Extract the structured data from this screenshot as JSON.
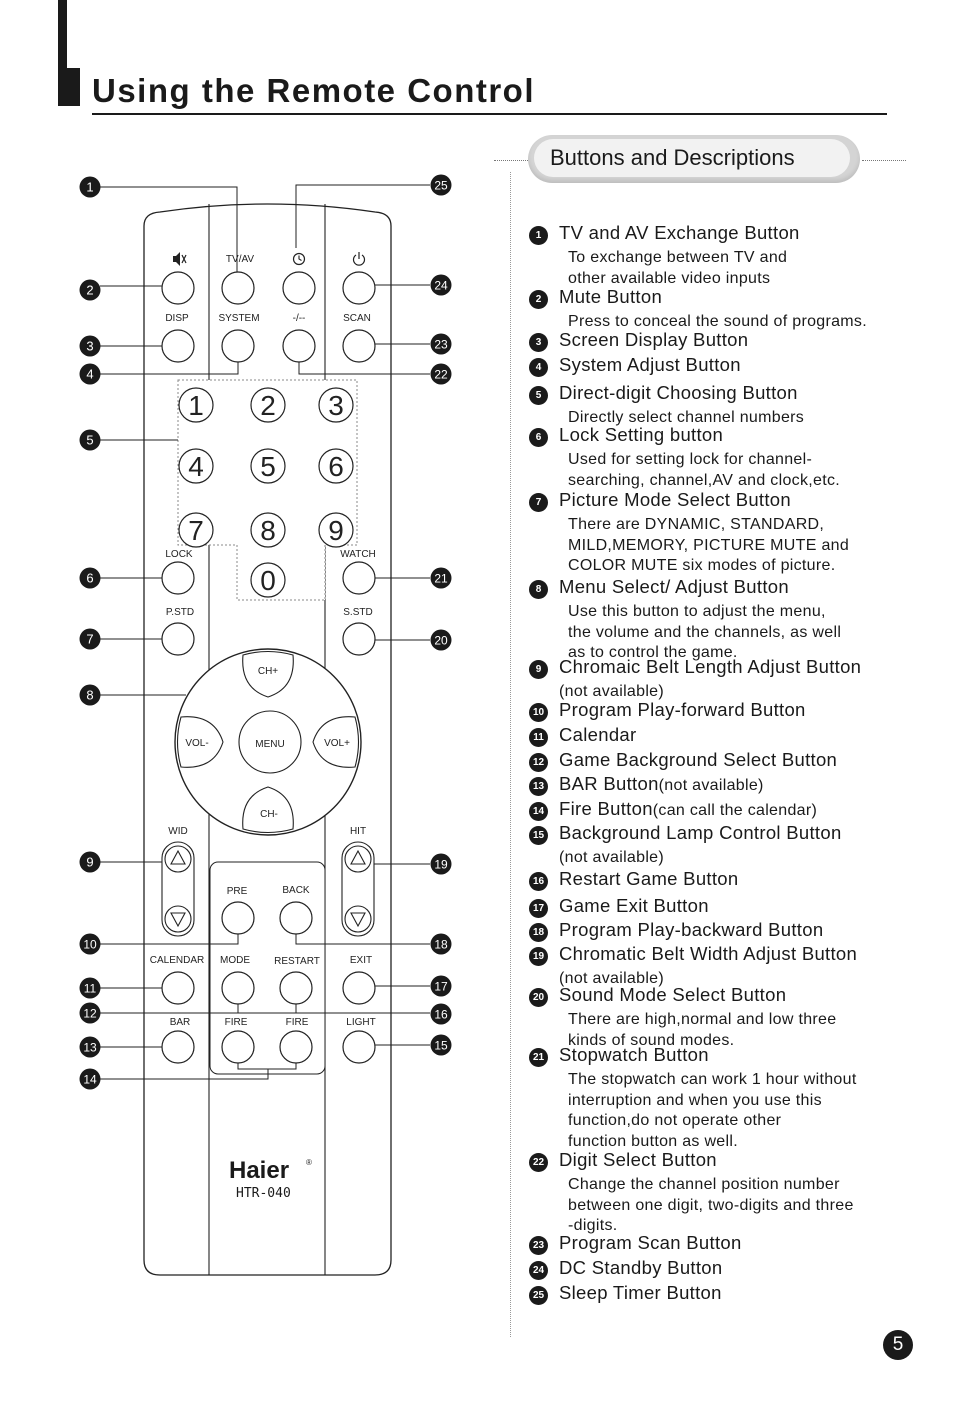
{
  "page": {
    "title": "Using the Remote Control",
    "section_header": "Buttons and Descriptions",
    "page_number": "5"
  },
  "remote": {
    "brand": "Haier",
    "registered_mark": "®",
    "model": "HTR-040",
    "icons": [
      "mute-icon",
      "sleep-timer-icon",
      "power-icon"
    ],
    "button_labels": {
      "tvav": "TV/AV",
      "disp": "DISP",
      "system": "SYSTEM",
      "digit_select": "-/--",
      "scan": "SCAN",
      "lock": "LOCK",
      "watch": "WATCH",
      "pstd": "P.STD",
      "sstd": "S.STD",
      "ch_plus": "CH+",
      "ch_minus": "CH-",
      "vol_minus": "VOL-",
      "vol_plus": "VOL+",
      "menu": "MENU",
      "wid": "WID",
      "hit": "HIT",
      "pre": "PRE",
      "back": "BACK",
      "calendar": "CALENDAR",
      "mode": "MODE",
      "restart": "RESTART",
      "exit": "EXIT",
      "bar": "BAR",
      "fire_left": "FIRE",
      "fire_right": "FIRE",
      "light": "LIGHT"
    },
    "digits": [
      "1",
      "2",
      "3",
      "4",
      "5",
      "6",
      "7",
      "8",
      "9",
      "0"
    ],
    "callouts": [
      "1",
      "2",
      "3",
      "4",
      "5",
      "6",
      "7",
      "8",
      "9",
      "10",
      "11",
      "12",
      "13",
      "14",
      "15",
      "16",
      "17",
      "18",
      "19",
      "20",
      "21",
      "22",
      "23",
      "24",
      "25"
    ]
  },
  "descriptions": [
    {
      "num": "1",
      "title": "TV and AV Exchange Button",
      "lines": [
        "To exchange between TV and",
        "other available video inputs"
      ]
    },
    {
      "num": "2",
      "title": "Mute Button",
      "lines": [
        "Press to conceal the sound of programs."
      ]
    },
    {
      "num": "3",
      "title": "Screen Display Button",
      "lines": []
    },
    {
      "num": "4",
      "title": "System Adjust Button",
      "lines": []
    },
    {
      "num": "5",
      "title": "Direct-digit Choosing Button",
      "lines": [
        "Directly select channel numbers"
      ]
    },
    {
      "num": "6",
      "title": "Lock Setting button",
      "lines": [
        "Used for setting lock for channel-",
        "searching, channel,AV and clock,etc."
      ]
    },
    {
      "num": "7",
      "title": "Picture Mode Select Button",
      "lines": [
        "There are DYNAMIC, STANDARD,",
        "MILD,MEMORY, PICTURE MUTE and",
        "COLOR MUTE six modes of picture."
      ]
    },
    {
      "num": "8",
      "title": "Menu Select/ Adjust Button",
      "lines": [
        "Use this button to adjust the menu,",
        "the volume and the channels, as well",
        "as to control the game."
      ]
    },
    {
      "num": "9",
      "title": "Chromaic Belt Length Adjust Button",
      "lines": [
        "(not available)"
      ]
    },
    {
      "num": "10",
      "title": "Program Play-forward Button",
      "lines": []
    },
    {
      "num": "11",
      "title": "Calendar",
      "lines": []
    },
    {
      "num": "12",
      "title": "Game Background Select Button",
      "lines": []
    },
    {
      "num": "13",
      "title": "BAR Button",
      "note": "(not available)",
      "lines": []
    },
    {
      "num": "14",
      "title": "Fire Button",
      "note": "(can call the calendar)",
      "lines": []
    },
    {
      "num": "15",
      "title": "Background Lamp Control Button",
      "lines": [
        "(not available)"
      ]
    },
    {
      "num": "16",
      "title": "Restart Game Button",
      "lines": []
    },
    {
      "num": "17",
      "title": "Game Exit Button",
      "lines": []
    },
    {
      "num": "18",
      "title": "Program Play-backward  Button",
      "lines": []
    },
    {
      "num": "19",
      "title": "Chromatic Belt Width Adjust Button",
      "lines": [
        "(not available)"
      ]
    },
    {
      "num": "20",
      "title": "Sound Mode Select Button",
      "lines": [
        "There are high,normal and low three",
        "kinds of sound modes."
      ]
    },
    {
      "num": "21",
      "title": "Stopwatch Button",
      "lines": [
        "The stopwatch can work 1 hour without",
        "interruption and when you use this",
        "function,do not operate other",
        "function button as well."
      ]
    },
    {
      "num": "22",
      "title": "Digit Select Button",
      "lines": [
        "Change the channel position number",
        "between one digit, two-digits and three",
        "-digits."
      ]
    },
    {
      "num": "23",
      "title": "Program Scan Button",
      "lines": []
    },
    {
      "num": "24",
      "title": "DC Standby  Button",
      "lines": []
    },
    {
      "num": "25",
      "title": "Sleep Timer Button",
      "lines": []
    }
  ]
}
